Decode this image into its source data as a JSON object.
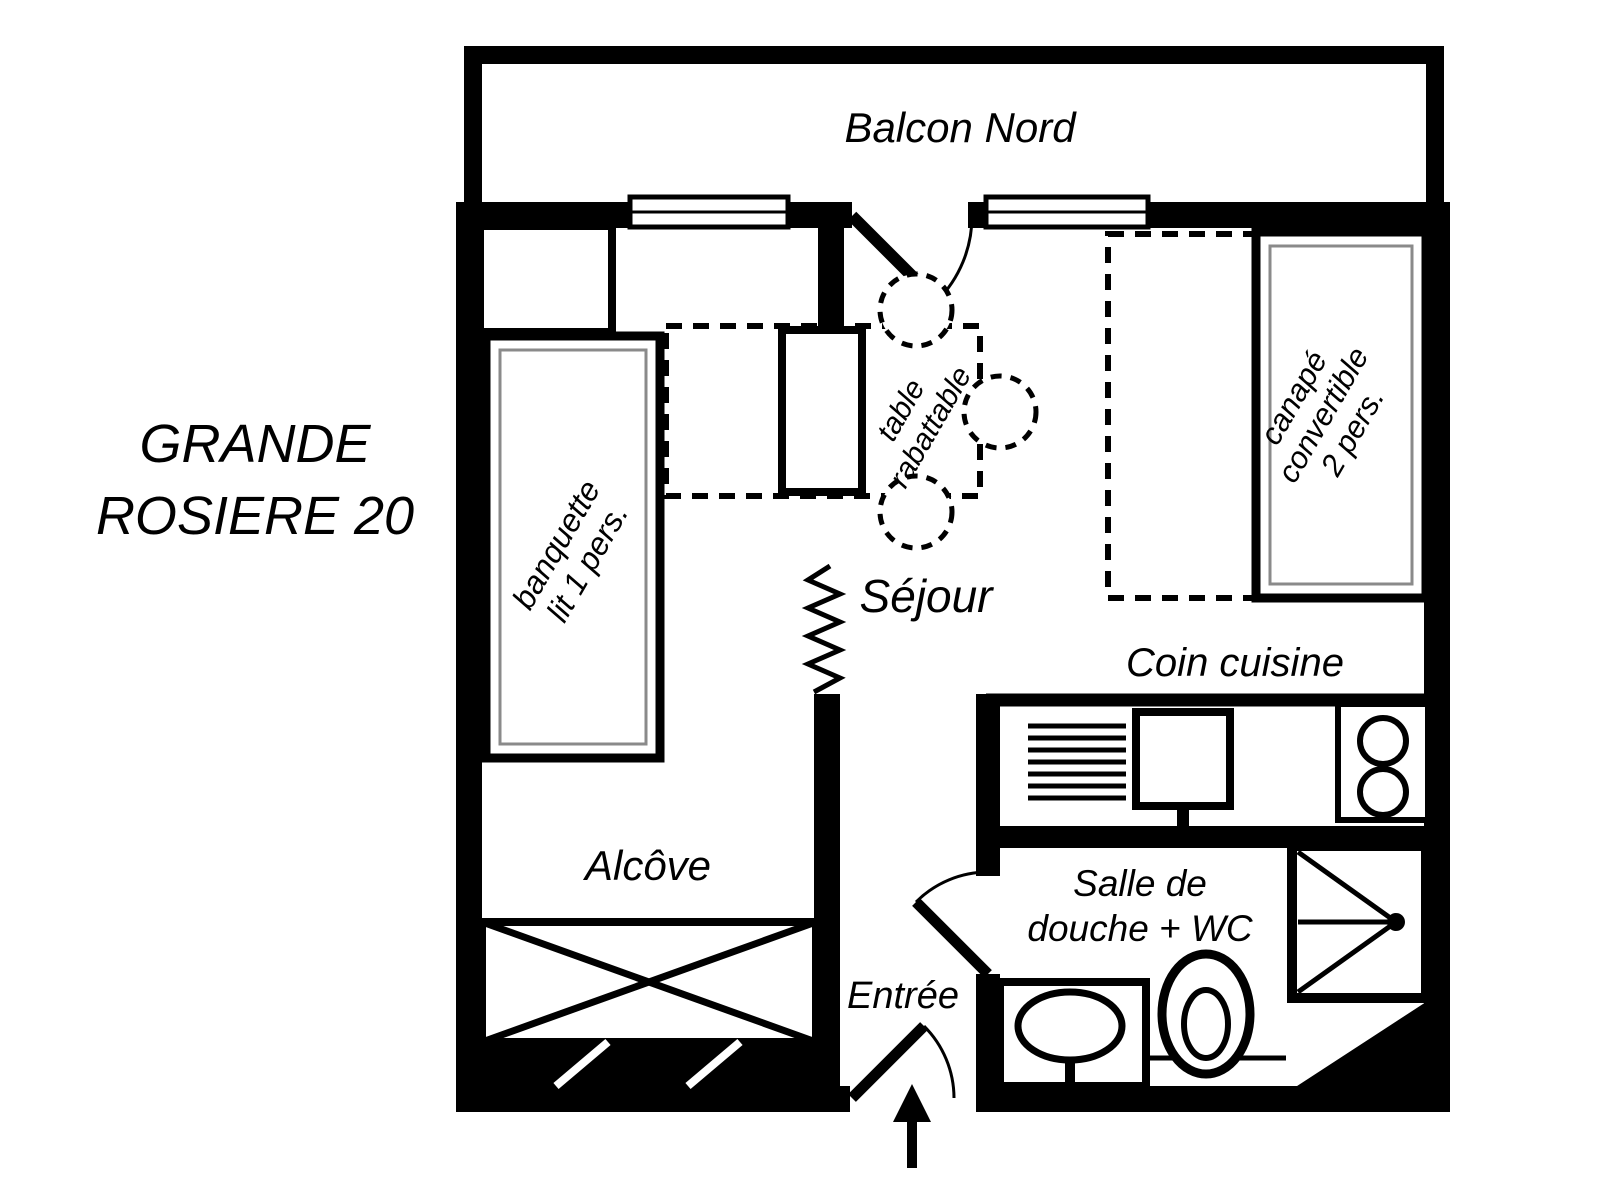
{
  "plan_title": {
    "line1": "GRANDE",
    "line2": "ROSIERE 20"
  },
  "rooms": {
    "balcony": "Balcon Nord",
    "living_room": "Séjour",
    "kitchen": "Coin cuisine",
    "alcove": "Alcôve",
    "bathroom_line1": "Salle de",
    "bathroom_line2": "douche + WC",
    "entrance": "Entrée"
  },
  "furniture": {
    "bench_line1": "banquette",
    "bench_line2": "lit 1 pers.",
    "table_line1": "table",
    "table_line2": "rabattable",
    "sofa_line1": "canapé",
    "sofa_line2": "convertible",
    "sofa_line3": "2 pers."
  },
  "colors": {
    "ink": "#000000",
    "paper": "#ffffff",
    "inner": "#8a8a8a"
  }
}
